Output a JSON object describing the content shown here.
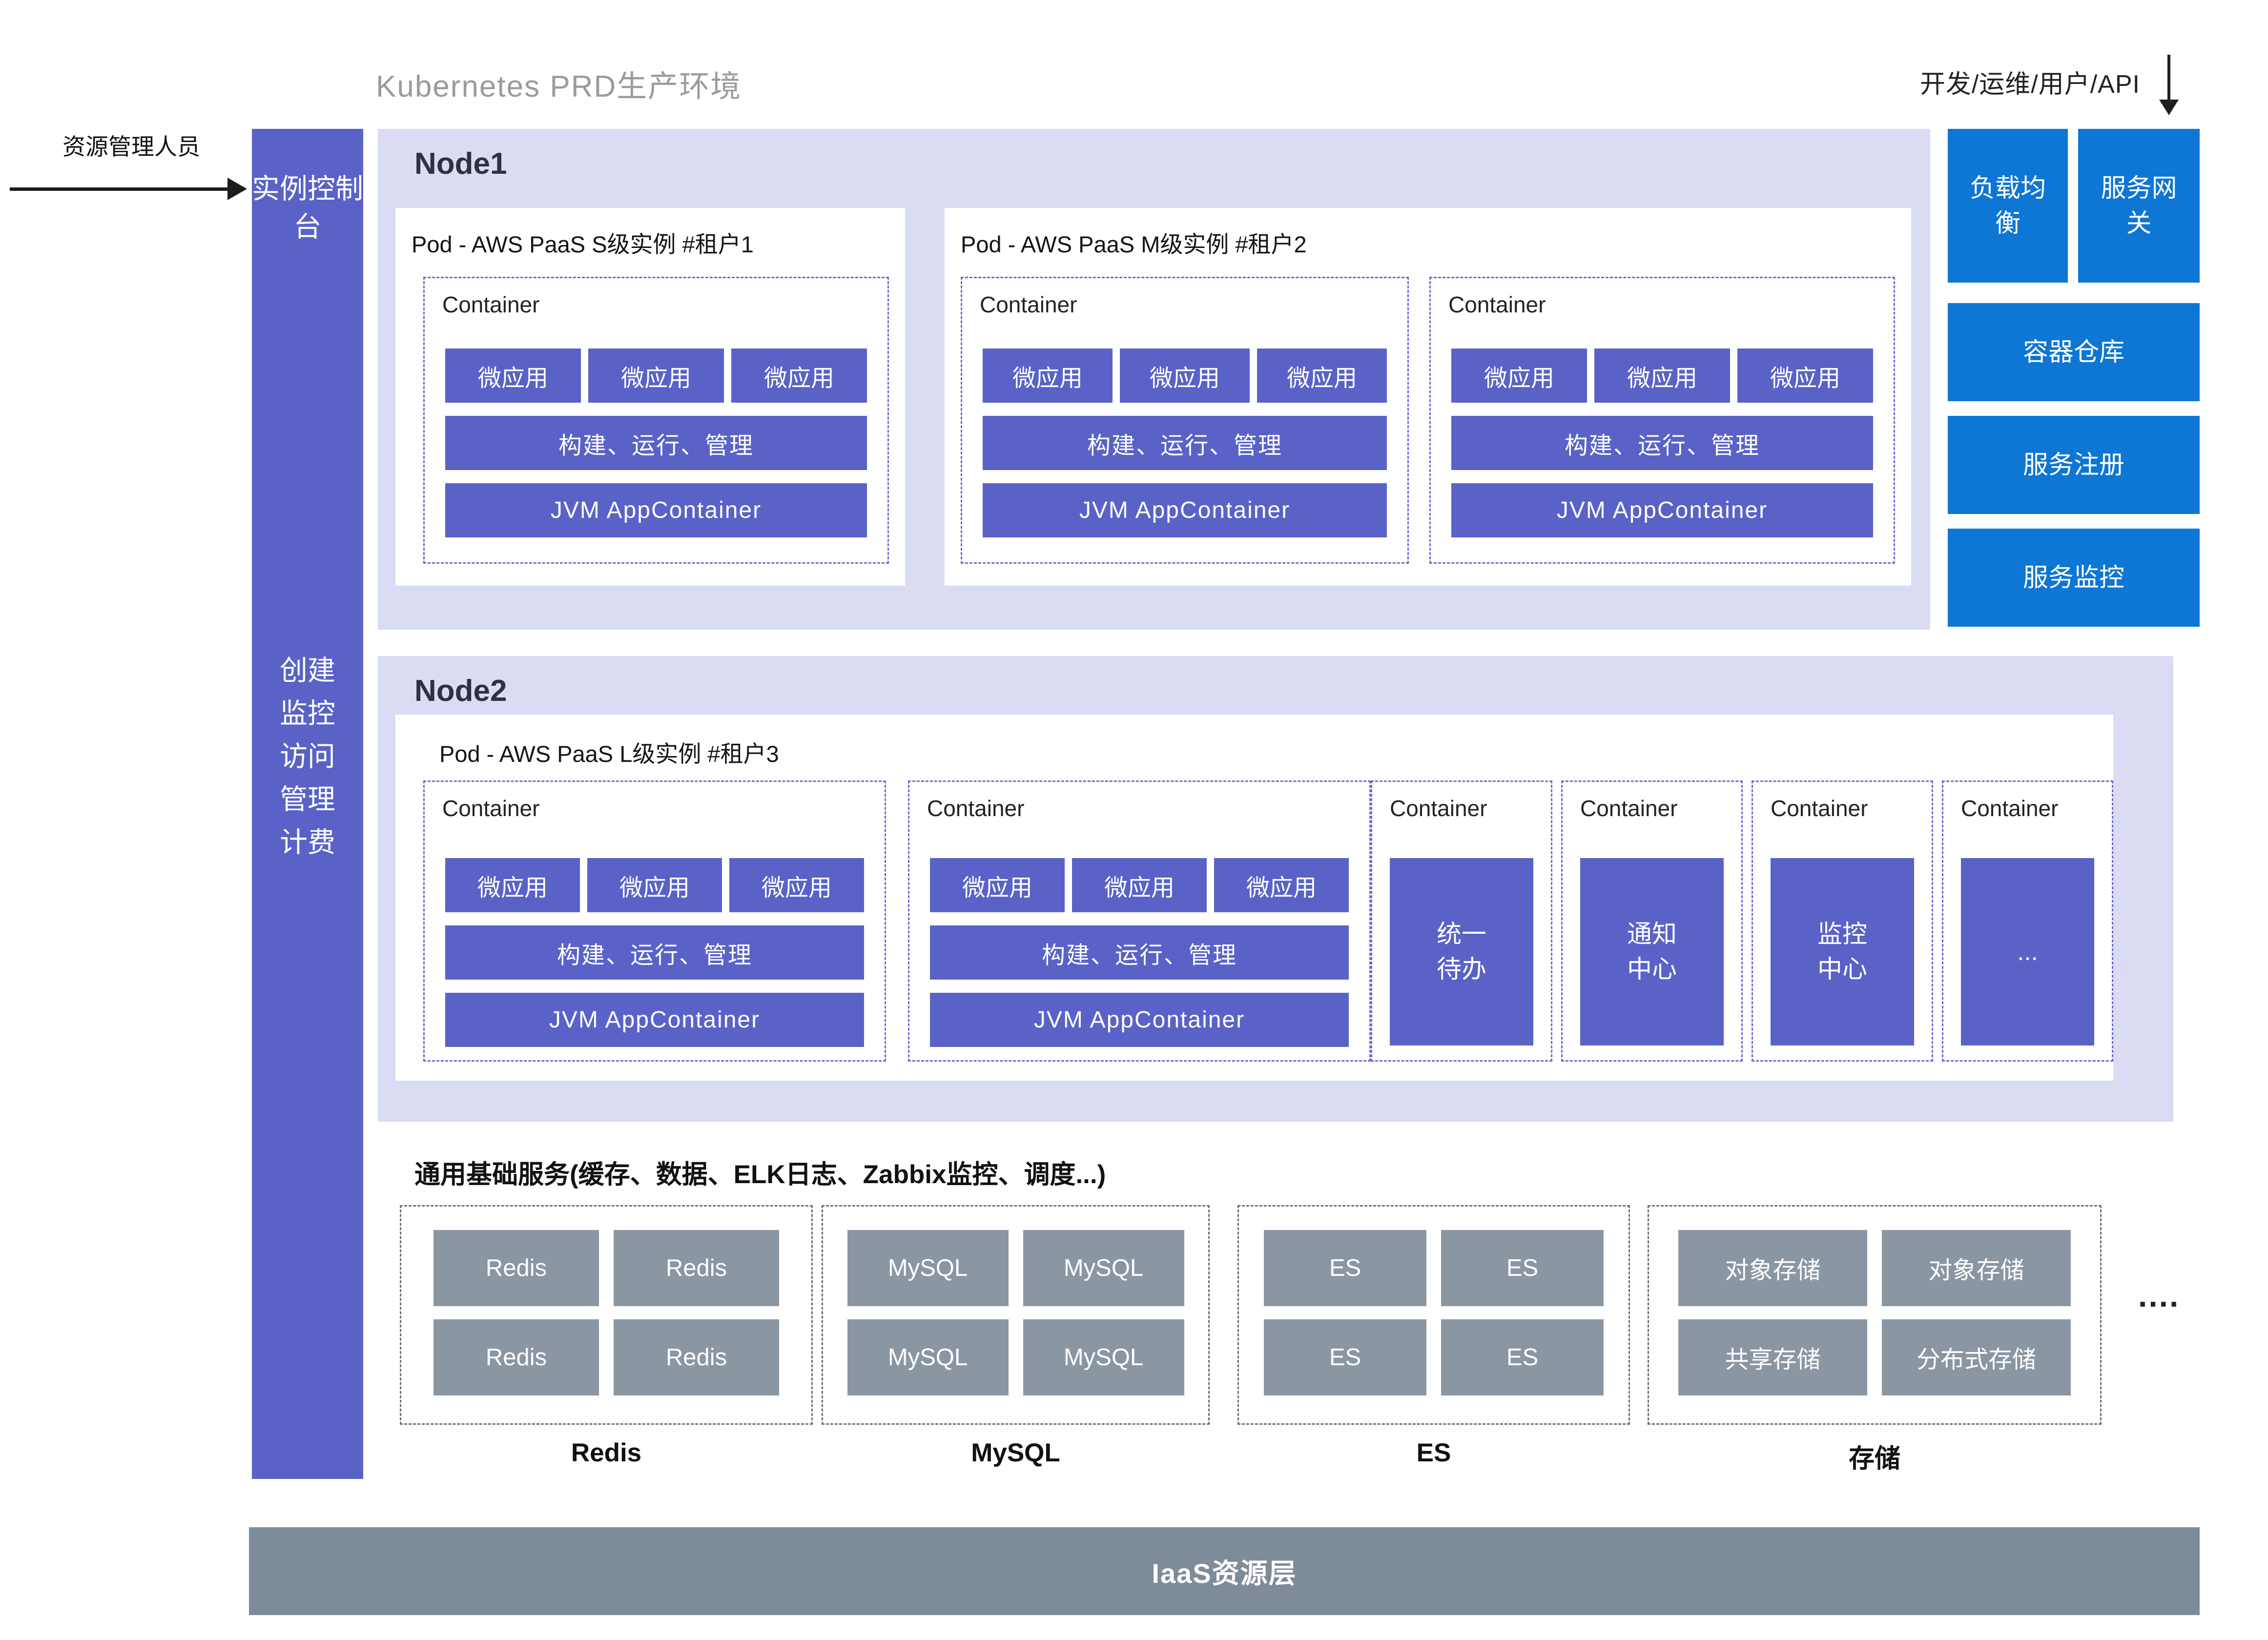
{
  "header": {
    "title": "Kubernetes PRD生产环境",
    "top_right": "开发/运维/用户/API",
    "actor": "资源管理人员"
  },
  "sidebar": {
    "console": "实例控制台",
    "capabilities": [
      "创建",
      "监控",
      "访问",
      "管理",
      "计费"
    ]
  },
  "labels": {
    "container": "Container",
    "micro_app": "微应用",
    "build_run_manage": "构建、运行、管理",
    "jvm_app_container": "JVM AppContainer",
    "ellipsis": "...",
    "more_dots": "...."
  },
  "node1": {
    "title": "Node1",
    "pod_s_label": "Pod - AWS PaaS S级实例 #租户1",
    "pod_m_label": "Pod - AWS PaaS M级实例 #租户2"
  },
  "node2": {
    "title": "Node2",
    "pod_l_label": "Pod - AWS PaaS L级实例 #租户3",
    "special_containers": [
      "统一待办",
      "通知中心",
      "监控中心"
    ]
  },
  "right_panel": {
    "load_balancer": "负载均衡",
    "service_gateway": "服务网关",
    "container_registry": "容器仓库",
    "service_registry": "服务注册",
    "service_monitor": "服务监控"
  },
  "base_services": {
    "title": "通用基础服务(缓存、数据、ELK日志、Zabbix监控、调度...)",
    "groups": [
      {
        "label": "Redis",
        "boxes": [
          "Redis",
          "Redis",
          "Redis",
          "Redis"
        ]
      },
      {
        "label": "MySQL",
        "boxes": [
          "MySQL",
          "MySQL",
          "MySQL",
          "MySQL"
        ]
      },
      {
        "label": "ES",
        "boxes": [
          "ES",
          "ES",
          "ES",
          "ES"
        ]
      },
      {
        "label": "存储",
        "boxes": [
          "对象存储",
          "对象存储",
          "共享存储",
          "分布式存储"
        ]
      }
    ]
  },
  "iaas": {
    "label": "IaaS资源层"
  },
  "colors": {
    "accent_purple": "#5a62c8",
    "accent_blue": "#0e76d4",
    "node_background": "#d9dcf2",
    "service_box_gray": "#8b96a3",
    "iaas_gray": "#7e8b99",
    "title_gray": "#9b9b9b"
  }
}
